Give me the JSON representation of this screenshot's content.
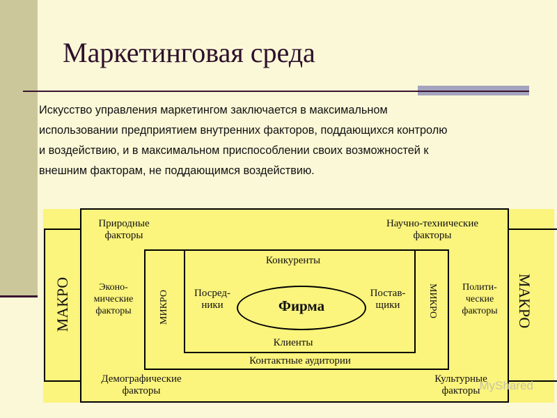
{
  "slide": {
    "title": "Маркетинговая среда",
    "paragraph_lines": [
      "Искусство управления маркетингом заключается в максимальном",
      "использовании предприятием внутренних факторов, поддающихся контролю",
      "и воздействию, и в максимальном приспособлении своих возможностей к",
      "внешним факторам, не поддающимся воздействию."
    ]
  },
  "diagram": {
    "macro_left": "МАКРО",
    "macro_right": "МАКРО",
    "micro_left": "МИКРО",
    "micro_right": "МИКРО",
    "natural": [
      "Природные",
      "факторы"
    ],
    "scientific": [
      "Научно-технические",
      "факторы"
    ],
    "economic": [
      "Эконо-",
      "мические",
      "факторы"
    ],
    "political": [
      "Полити-",
      "ческие",
      "факторы"
    ],
    "demographic": [
      "Демографические",
      "факторы"
    ],
    "cultural": [
      "Культурные",
      "факторы"
    ],
    "competitors": "Конкуренты",
    "intermediaries": [
      "Посред-",
      "ники"
    ],
    "suppliers": [
      "Постав-",
      "щики"
    ],
    "firm": "Фирма",
    "clients": "Клиенты",
    "contact_audiences": "Контактные аудитории"
  },
  "watermark": "MyShared",
  "colors": {
    "background": "#fbf8d8",
    "diagram_fill": "#fbf47d",
    "left_strip": "#ccc79a",
    "title_bar": "#a3a3bd",
    "title_text": "#2e0f2a"
  }
}
